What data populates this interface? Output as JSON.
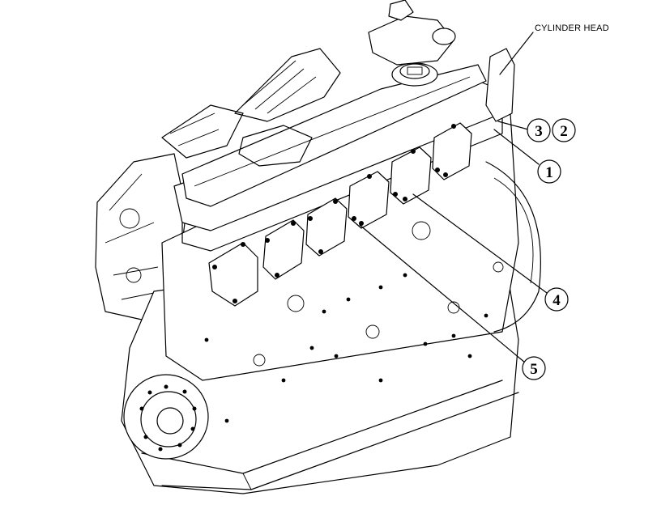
{
  "diagram": {
    "labels": {
      "cylinder_head": "CYLINDER HEAD"
    },
    "callouts": [
      "1",
      "2",
      "3",
      "4",
      "5"
    ]
  }
}
